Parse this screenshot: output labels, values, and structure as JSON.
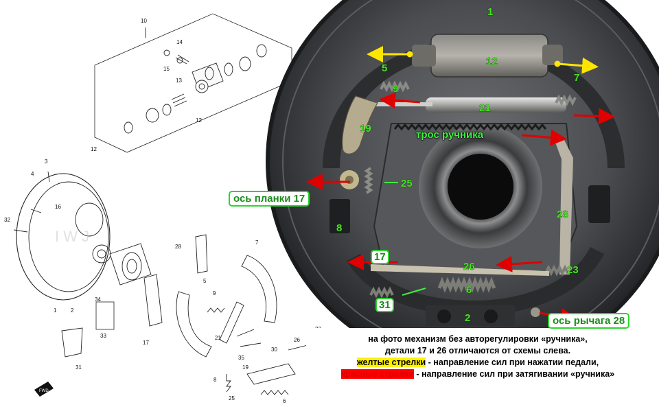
{
  "diagram": {
    "part_numbers": [
      "10",
      "14",
      "15",
      "13",
      "12",
      "12",
      "3",
      "4",
      "16",
      "32",
      "34",
      "33",
      "1",
      "2",
      "28",
      "5",
      "9",
      "21",
      "7",
      "17",
      "30",
      "19",
      "26",
      "23",
      "31",
      "8",
      "25",
      "6",
      "35"
    ],
    "photo_numbers": [
      "1",
      "12",
      "5",
      "7",
      "9",
      "21",
      "19",
      "25",
      "8",
      "28",
      "26",
      "23",
      "6",
      "2"
    ],
    "photo_labels": {
      "cable": "трос ручника",
      "bar_axis": "ось планки 17",
      "lever_axis": "ось рычага 28",
      "num_17": "17",
      "num_31": "31"
    },
    "fwd_label": "FWD",
    "watermark": "I W J",
    "caption": {
      "line1": "на фото механизм без авторегулировки «ручника»,",
      "line2": "детали 17 и 26 отличаются от схемы слева.",
      "yellow_term": "желтые стрелки",
      "yellow_text": " - направление сил при нажатии педали,",
      "red_term": "красные стрелки",
      "red_text": " - направление сил при затягивании «ручника»"
    },
    "colors": {
      "yellow_arrow": "#ffe600",
      "red_arrow": "#e00000",
      "green_label": "#3df23d"
    }
  }
}
